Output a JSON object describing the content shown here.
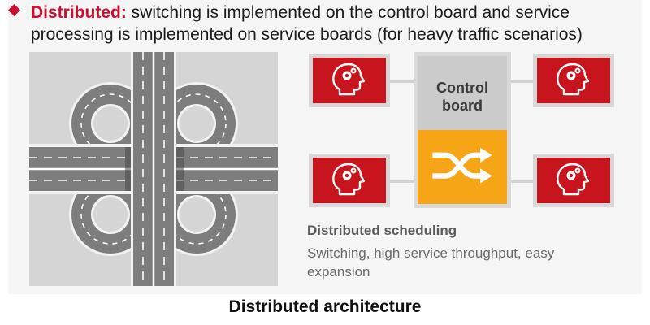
{
  "headline": {
    "keyword": "Distributed:",
    "text": " switching is implemented on the control board and service processing is implemented on service boards (for heavy traffic scenarios)"
  },
  "control_board": {
    "label": "Control\nboard"
  },
  "scheduling": {
    "title": "Distributed scheduling",
    "description": "Switching, high service throughput, easy expansion"
  },
  "caption": "Distributed architecture",
  "colors": {
    "accent_red": "#c8102e",
    "service_board": "#c8141c",
    "control_gray": "#cbcbcb",
    "switch_orange": "#f5a516",
    "road_asphalt": "#7d7d7d"
  },
  "icons": [
    "diamond-bullet-icon",
    "brain-gear-head-icon",
    "crossing-arrows-icon",
    "cloverleaf-interchange-illustration"
  ]
}
